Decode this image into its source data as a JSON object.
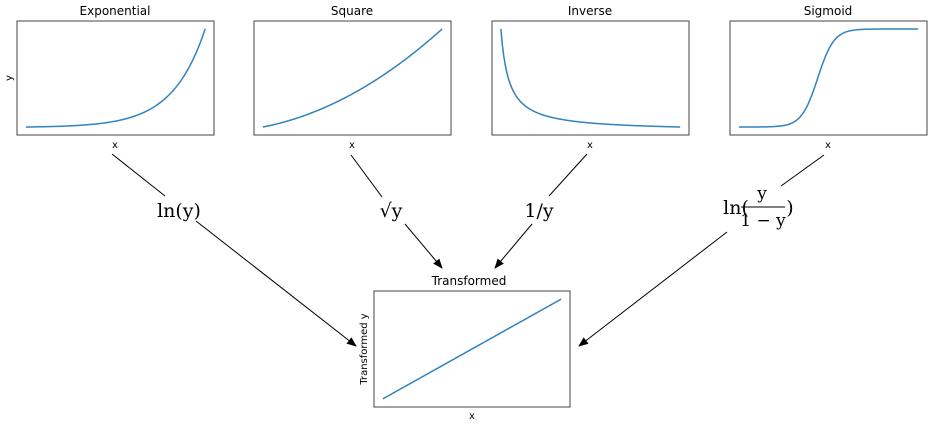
{
  "style": {
    "curve_color": "#3182bd",
    "frame_color": "#444444",
    "arrow_color": "#000000"
  },
  "panels": [
    {
      "title": "Exponential",
      "xlabel": "x",
      "ylabel": "y",
      "curve": "exponential"
    },
    {
      "title": "Square",
      "xlabel": "x",
      "ylabel": "",
      "curve": "square"
    },
    {
      "title": "Inverse",
      "xlabel": "x",
      "ylabel": "",
      "curve": "inverse"
    },
    {
      "title": "Sigmoid",
      "xlabel": "x",
      "ylabel": "",
      "curve": "sigmoid"
    }
  ],
  "transforms": [
    {
      "label": "ln(y)"
    },
    {
      "label": "√y"
    },
    {
      "label": "1/y"
    },
    {
      "label_prefix": "ln(",
      "numerator": "y",
      "denominator": "1 − y",
      "label_suffix": ")"
    }
  ],
  "result": {
    "title": "Transformed",
    "xlabel": "x",
    "ylabel": "Transformed y",
    "curve": "linear"
  }
}
